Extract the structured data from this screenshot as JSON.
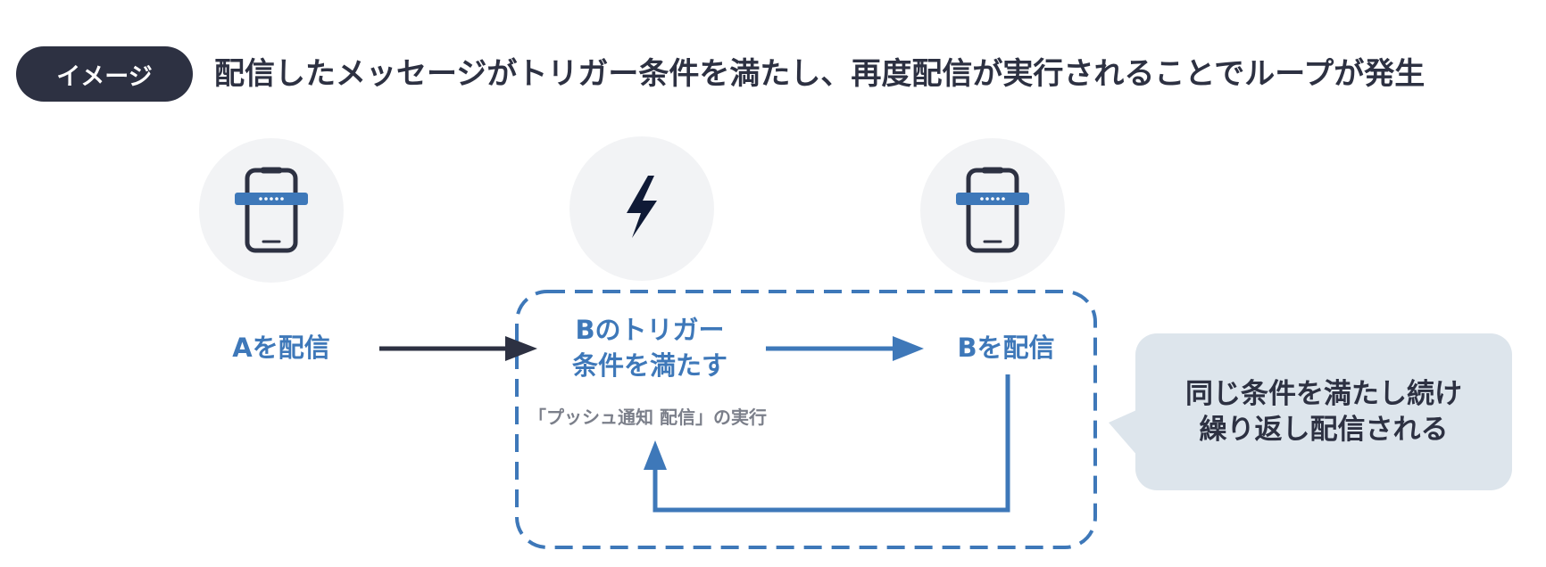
{
  "badge": {
    "label": "イメージ"
  },
  "headline": "配信したメッセージがトリガー条件を満たし、再度配信が実行されることでループが発生",
  "nodes": {
    "a": {
      "label": "Aを配信",
      "icon": "smartphone-notification-icon"
    },
    "trigger": {
      "label_line1": "Bのトリガー",
      "label_line2": "条件を満たす",
      "icon": "lightning-icon",
      "sub_label": "「プッシュ通知 配信」の実行"
    },
    "b": {
      "label": "Bを配信",
      "icon": "smartphone-notification-icon"
    }
  },
  "callout": {
    "line1": "同じ条件を満たし続け",
    "line2": "繰り返し配信される"
  },
  "colors": {
    "navy": "#2d3142",
    "blue": "#3e78b9",
    "circle_bg": "#f2f3f5",
    "bubble_bg": "#dde5ec"
  }
}
